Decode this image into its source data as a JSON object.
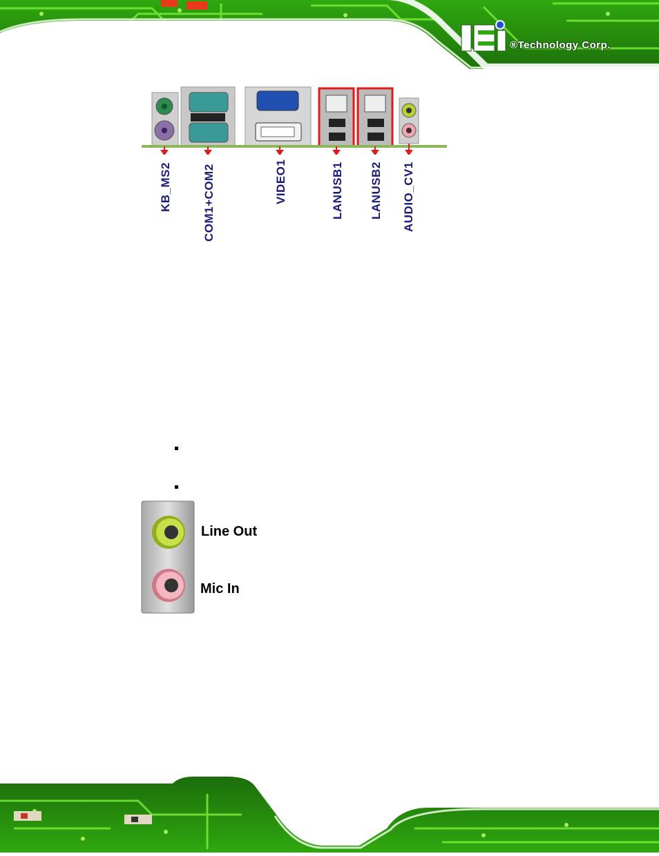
{
  "header": {
    "logo_mark": "iEi",
    "logo_text": "®Technology Corp."
  },
  "connector_labels": [
    {
      "id": "kb-ms2",
      "label": "KB_MS2"
    },
    {
      "id": "com1-com2",
      "label": "COM1+COM2"
    },
    {
      "id": "video1",
      "label": "VIDEO1"
    },
    {
      "id": "lanusb1",
      "label": "LANUSB1"
    },
    {
      "id": "lanusb2",
      "label": "LANUSB2"
    },
    {
      "id": "audio-cv1",
      "label": "AUDIO_CV1"
    }
  ],
  "audio_jacks": {
    "line_out": "Line Out",
    "mic_in": "Mic In"
  },
  "colors": {
    "pcb_green": "#3fc21a",
    "label_navy": "#1a1a7a",
    "highlight_red": "#e01b1b",
    "jack_green": "#b6d231",
    "jack_pink": "#f0a4b0"
  }
}
